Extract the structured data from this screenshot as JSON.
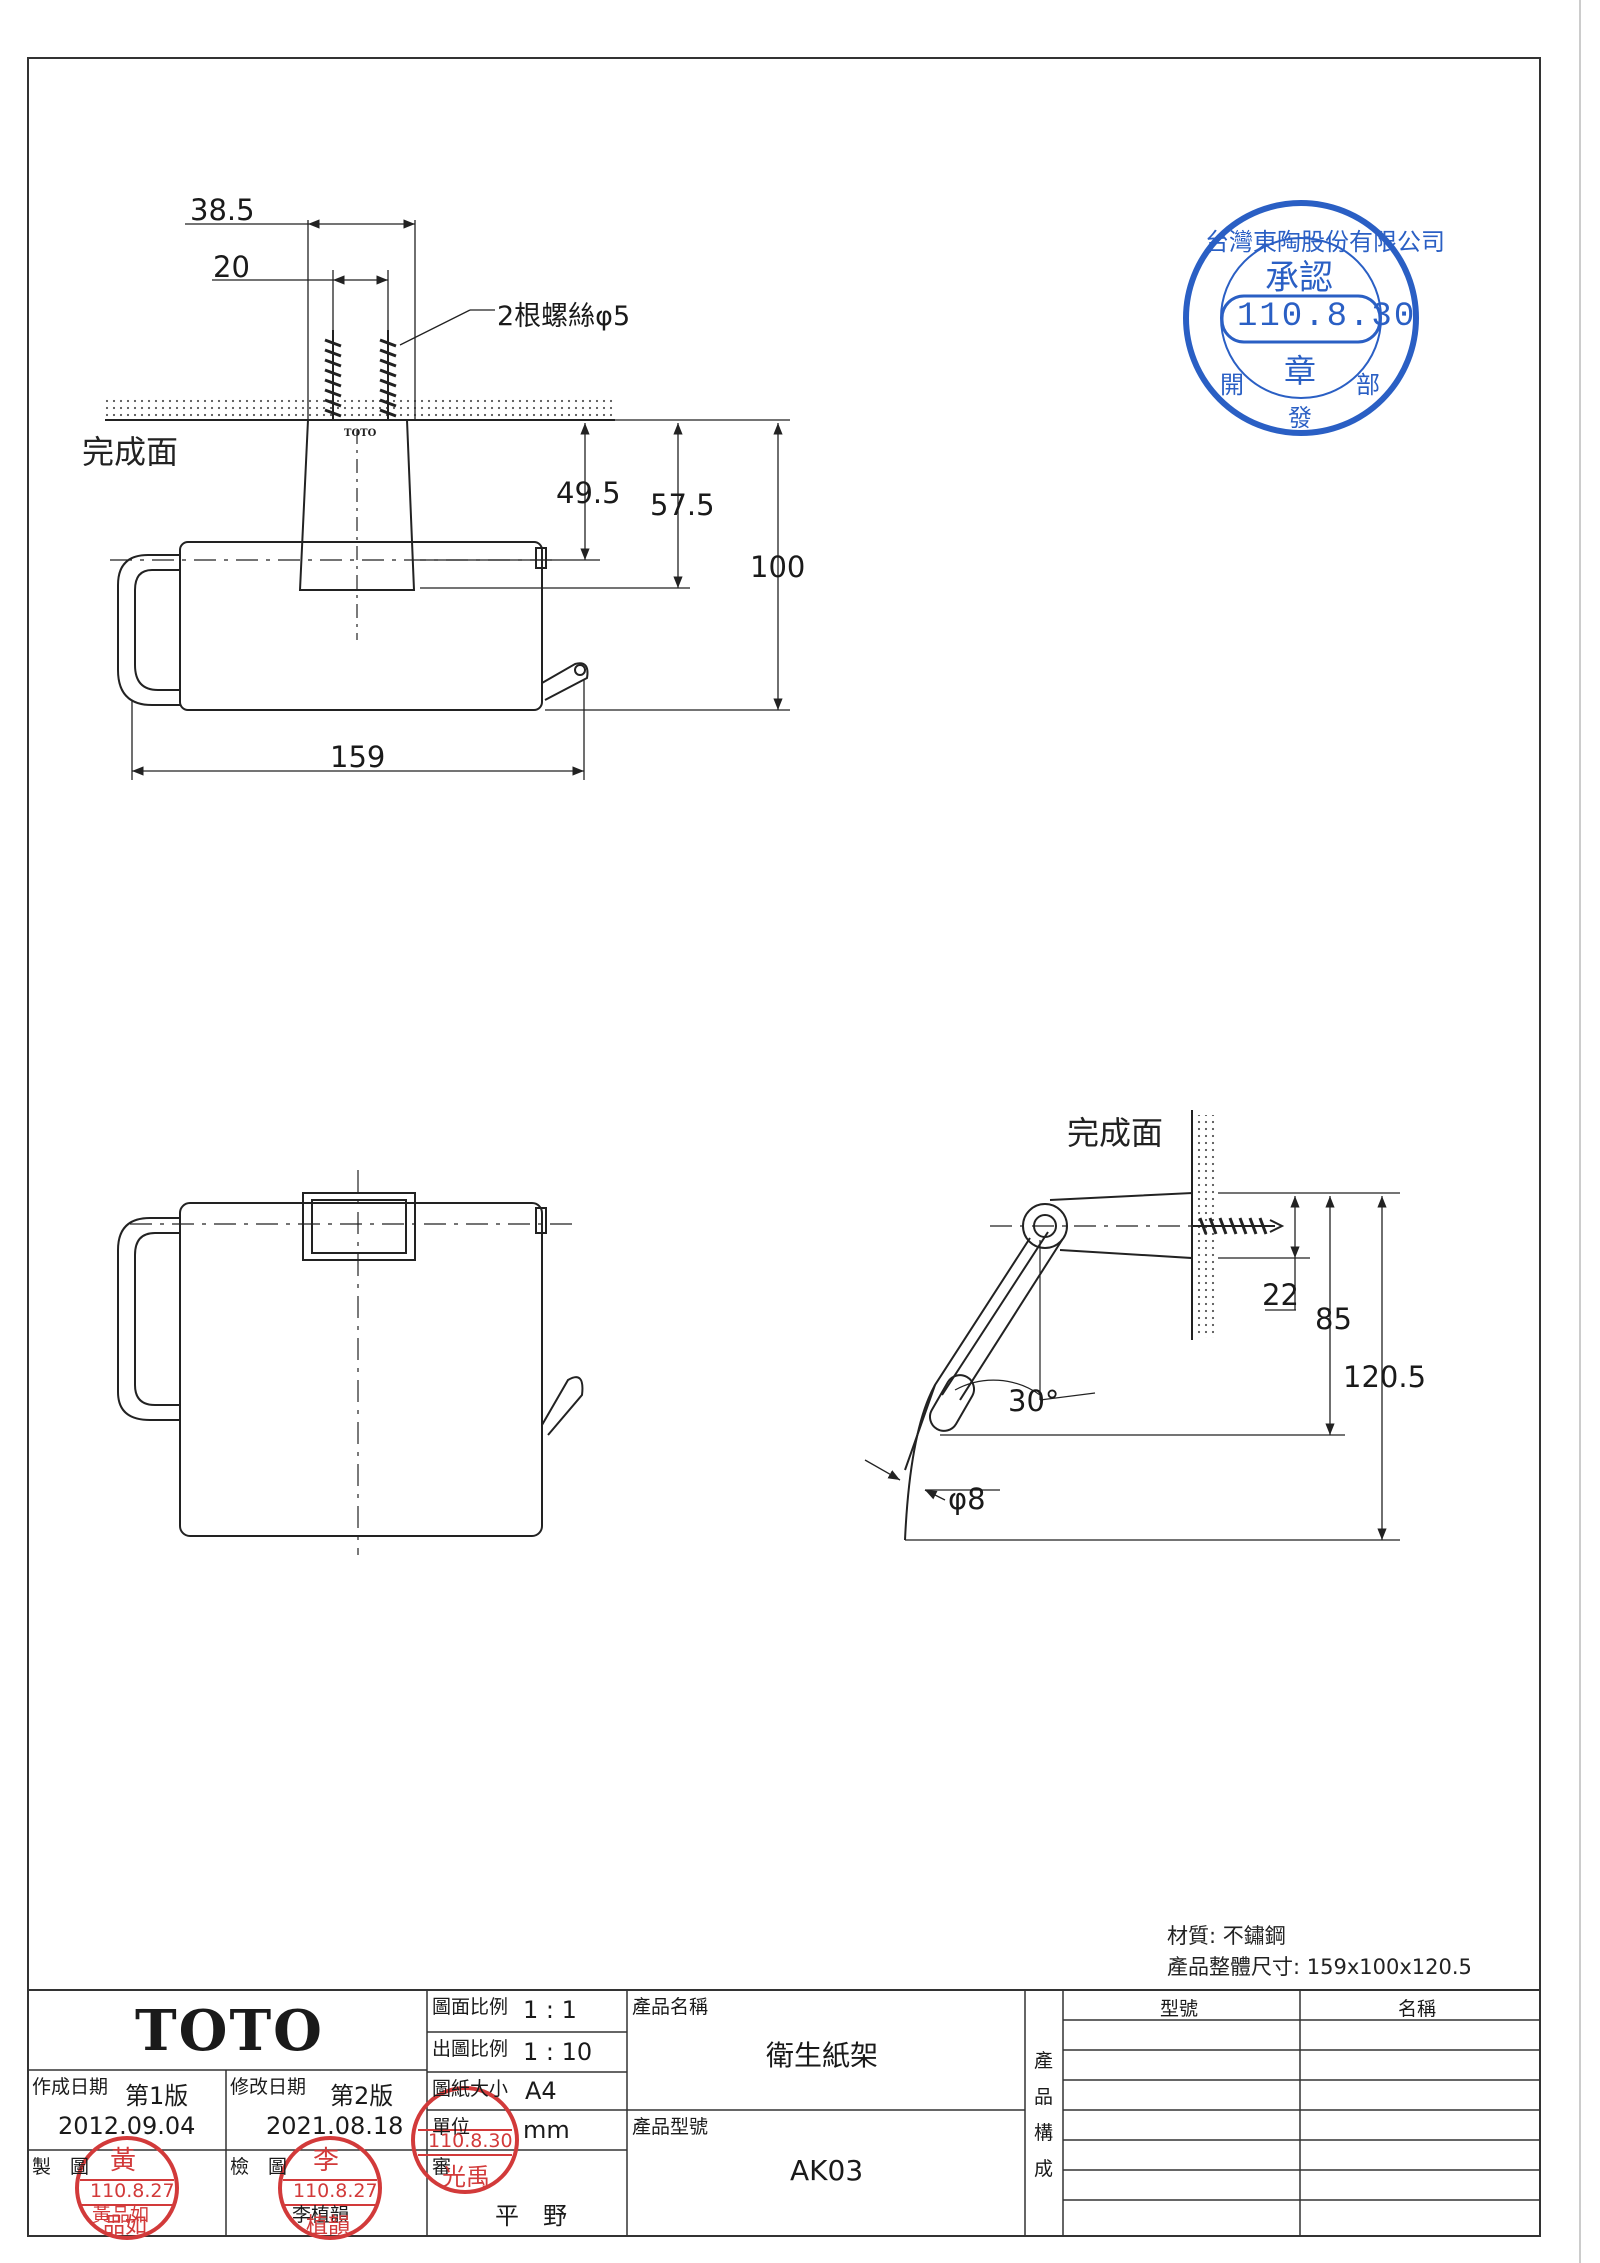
{
  "drawing": {
    "finish_surface_label": "完成面",
    "screw_note": "2根螺絲φ5",
    "dims_top": {
      "d38_5": "38.5",
      "d20": "20",
      "d49_5": "49.5",
      "d57_5": "57.5",
      "d100": "100",
      "d159": "159"
    },
    "dims_side": {
      "d22": "22",
      "d85": "85",
      "d120_5": "120.5",
      "angle": "30°",
      "dia": "φ8"
    },
    "logo_on_part": "TOTO"
  },
  "notes": {
    "material": "材質: 不鏽鋼",
    "overall_size": "產品整體尺寸: 159x100x120.5"
  },
  "approval_stamp": {
    "company": "台灣東陶股份有限公司",
    "top": "承認",
    "date": "110.8.30",
    "center": "章",
    "bottom_left": "開",
    "bottom_mid": "發",
    "bottom_right": "部",
    "color": "#2a5fc4"
  },
  "title_block": {
    "brand": "TOTO",
    "created_label": "作成日期",
    "created_version": "第1版",
    "created_date": "2012.09.04",
    "revised_label": "修改日期",
    "revised_version": "第2版",
    "revised_date": "2021.08.18",
    "drawn_label": "製　圖",
    "drawn_name": "黃品如",
    "checked_label": "檢　圖",
    "checked_name": "李植韻",
    "scale_label": "圖面比例",
    "scale_value": "1 : 1",
    "out_scale_label": "出圖比例",
    "out_scale_value": "1 : 10",
    "paper_label": "圖紙大小",
    "paper_value": "A4",
    "unit_label": "單位",
    "unit_value": "mm",
    "review_label": "審",
    "review_name": "平　野",
    "product_name_label": "產品名稱",
    "product_name": "衛生紙架",
    "product_code_label": "產品型號",
    "product_code": "AK03",
    "composition_label_1": "產",
    "composition_label_2": "品",
    "composition_label_3": "構",
    "composition_label_4": "成",
    "col_model": "型號",
    "col_name": "名稱"
  },
  "red_stamps": [
    {
      "top": "黃",
      "date": "110.8.27",
      "bottom": "品如"
    },
    {
      "top": "李",
      "date": "110.8.27",
      "bottom": "植韻"
    },
    {
      "top": "",
      "date": "110.8.30",
      "bottom": "光禹"
    }
  ],
  "red_stamp_color": "#d23a3a"
}
